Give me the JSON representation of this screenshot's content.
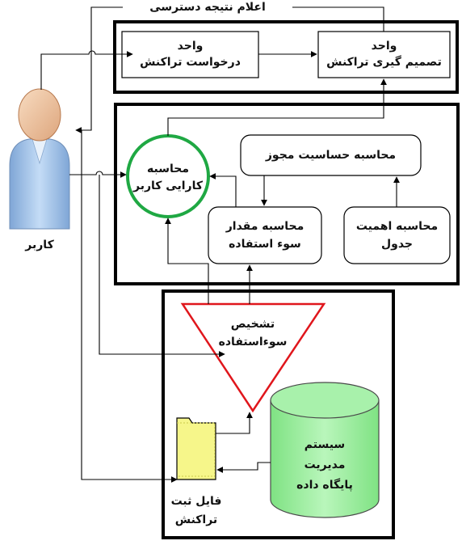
{
  "nodes": {
    "user": {
      "label": "کاربر"
    },
    "request_unit": {
      "line1": "واحد",
      "line2": "درخواست تراکنش"
    },
    "decision_unit": {
      "line1": "واحد",
      "line2": "تصمیم گیری تراکنش"
    },
    "permission_sensitivity": {
      "label": "محاسبه حساسیت مجوز"
    },
    "user_performance": {
      "line1": "محاسبه",
      "line2": "کارایی کاربر"
    },
    "misuse_amount": {
      "line1": "محاسبه مقدار",
      "line2": "سوء استفاده"
    },
    "table_importance": {
      "line1": "محاسبه اهمیت",
      "line2": "جدول"
    },
    "misuse_detection": {
      "line1": "تشخیص",
      "line2": "سوءاستفاده"
    },
    "dbms": {
      "line1": "سیستم",
      "line2": "مدیریت",
      "line3": "پایگاه داده"
    },
    "log_file": {
      "line1": "فایل ثبت",
      "line2": "تراکنش"
    }
  },
  "edges": {
    "access_result": {
      "label": "اعلام نتیجه دسترسی"
    }
  },
  "colors": {
    "line": "#000000",
    "circle_stroke": "#1fa843",
    "triangle_stroke": "#e0161c",
    "database_fill": "#9ff0a2",
    "database_stroke": "#4a4a4a",
    "file_fill": "#f6f68a",
    "user_head": "#f3c9a6",
    "user_body": "#a7c8ee"
  }
}
